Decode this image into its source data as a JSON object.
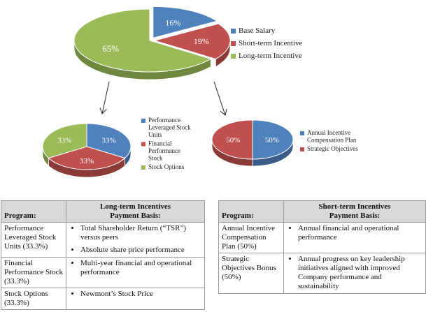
{
  "colors": {
    "blue": "#4f81bd",
    "red": "#c0504d",
    "green": "#9bbb59"
  },
  "chart_data": [
    {
      "type": "pie",
      "slices": [
        {
          "label": "Base Salary",
          "value": 16,
          "display": "16%",
          "color": "#4f81bd"
        },
        {
          "label": "Short-term Incentive",
          "value": 19,
          "display": "19%",
          "color": "#c0504d"
        },
        {
          "label": "Long-term Incentive",
          "value": 65,
          "display": "65%",
          "color": "#9bbb59"
        }
      ],
      "legend": [
        "Base Salary",
        "Short-term Incentive",
        "Long-term Incentive"
      ]
    },
    {
      "type": "pie",
      "slices": [
        {
          "label": "Performance Leveraged Stock Units",
          "value": 33.3,
          "display": "33%",
          "color": "#4f81bd"
        },
        {
          "label": "Financial Performance Stock",
          "value": 33.3,
          "display": "33%",
          "color": "#c0504d"
        },
        {
          "label": "Stock Options",
          "value": 33.3,
          "display": "33%",
          "color": "#9bbb59"
        }
      ],
      "legend": [
        [
          "Performance",
          "Leveraged Stock",
          "Units"
        ],
        [
          "Financial",
          "Performance",
          "Stock"
        ],
        [
          "Stock Options"
        ]
      ]
    },
    {
      "type": "pie",
      "slices": [
        {
          "label": "Annual Incentive Compensation Plan",
          "value": 50,
          "display": "50%",
          "color": "#4f81bd"
        },
        {
          "label": "Strategic Objectives",
          "value": 50,
          "display": "50%",
          "color": "#c0504d"
        }
      ],
      "legend": [
        [
          "Annual Incentive",
          "Compensation Plan"
        ],
        [
          "Strategic Objectives"
        ]
      ]
    }
  ],
  "long_term_table": {
    "header_program": "Program:",
    "header_basis_line1": "Long-term Incentives",
    "header_basis_line2": "Payment Basis:",
    "rows": [
      {
        "program": "Performance Leveraged Stock Units (33.3%)",
        "basis": [
          "Total Shareholder Return (“TSR”) versus peers",
          "Absolute share price performance"
        ]
      },
      {
        "program": "Financial Performance Stock (33.3%)",
        "basis": [
          "Multi-year financial and operational performance"
        ]
      },
      {
        "program": "Stock Options (33.3%)",
        "basis": [
          "Newmont’s Stock Price"
        ]
      }
    ]
  },
  "short_term_table": {
    "header_program": "Program:",
    "header_basis_line1": "Short-term Incentives",
    "header_basis_line2": "Payment Basis:",
    "rows": [
      {
        "program": "Annual Incentive Compensation Plan (50%)",
        "basis": [
          "Annual financial and operational performance"
        ]
      },
      {
        "program": "Strategic Objectives Bonus (50%)",
        "basis": [
          "Annual progress on key leadership initiatives aligned with improved Company performance and sustainability"
        ]
      }
    ]
  }
}
